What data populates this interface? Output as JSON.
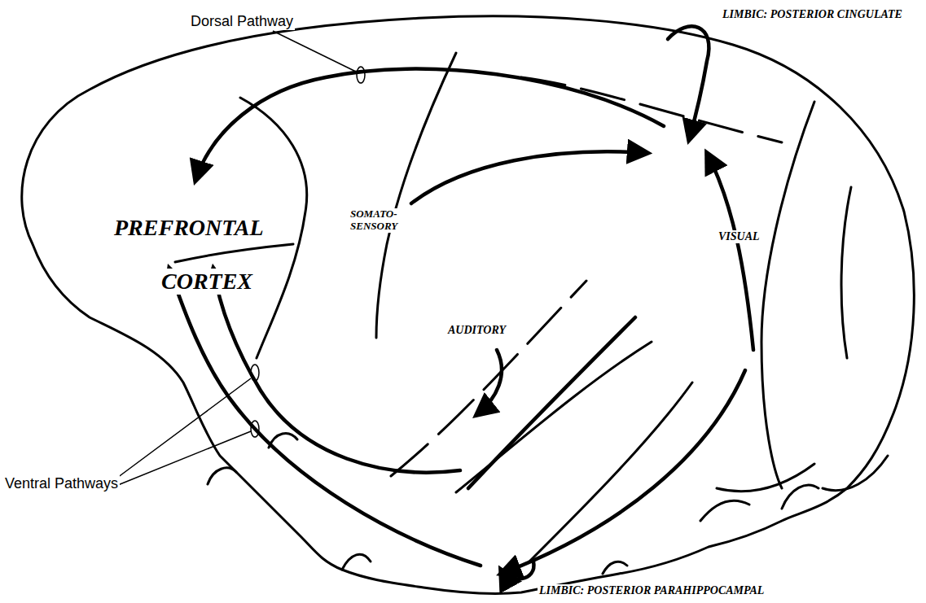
{
  "diagram": {
    "labels": [
      "Dorsal Pathway",
      "LIMBIC: POSTERIOR CINGULATE",
      "PREFRONTAL",
      "CORTEX",
      "SOMATO- SENSORY",
      "AUDITORY",
      "VISUAL",
      "Ventral Pathways",
      "LIMBIC: POSTERIOR PARAHIPPOCAMPAL"
    ]
  }
}
